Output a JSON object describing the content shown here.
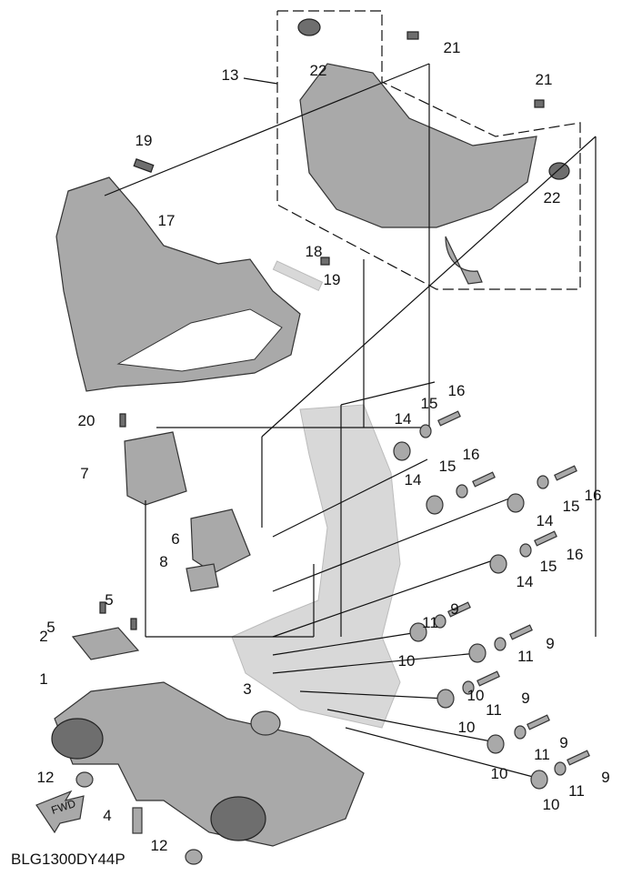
{
  "diagram_code": "BLG1300DY44P",
  "fwd_label": "FWD",
  "callouts": [
    "13",
    "21",
    "22",
    "21",
    "22",
    "19",
    "17",
    "18",
    "19",
    "20",
    "7",
    "6",
    "8",
    "5",
    "5",
    "2",
    "1",
    "3",
    "12",
    "4",
    "12",
    "14",
    "15",
    "16",
    "14",
    "15",
    "16",
    "16",
    "15",
    "14",
    "16",
    "15",
    "14",
    "9",
    "11",
    "10",
    "9",
    "11",
    "10",
    "9",
    "11",
    "10",
    "9",
    "11",
    "10",
    "9",
    "11",
    "10"
  ],
  "colors": {
    "part_fill": "#a9a9a9",
    "frame_fill": "#d8d8d8",
    "line": "#111111"
  }
}
